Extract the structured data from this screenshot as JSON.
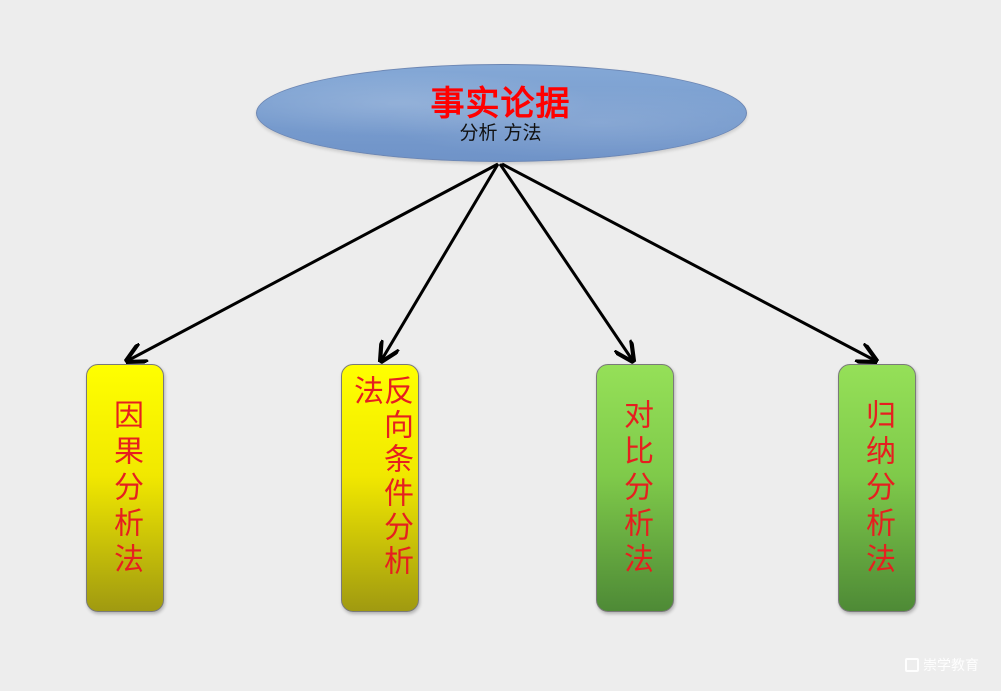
{
  "root": {
    "title": "事实论据",
    "subtitle": "分析 方法"
  },
  "branches": [
    {
      "label": "因果分析法",
      "color": "#ffff00"
    },
    {
      "label": "反向条件分析法",
      "color": "#ffff00"
    },
    {
      "label": "对比分析法",
      "color": "#8fd85a"
    },
    {
      "label": "归纳分析法",
      "color": "#8fd85a"
    }
  ],
  "watermark": {
    "icon": "logo-icon",
    "text": "崇学教育"
  },
  "colors": {
    "title_red": "#ff0000",
    "ellipse_blue": "#7a9fd1",
    "arrow": "#000000"
  }
}
